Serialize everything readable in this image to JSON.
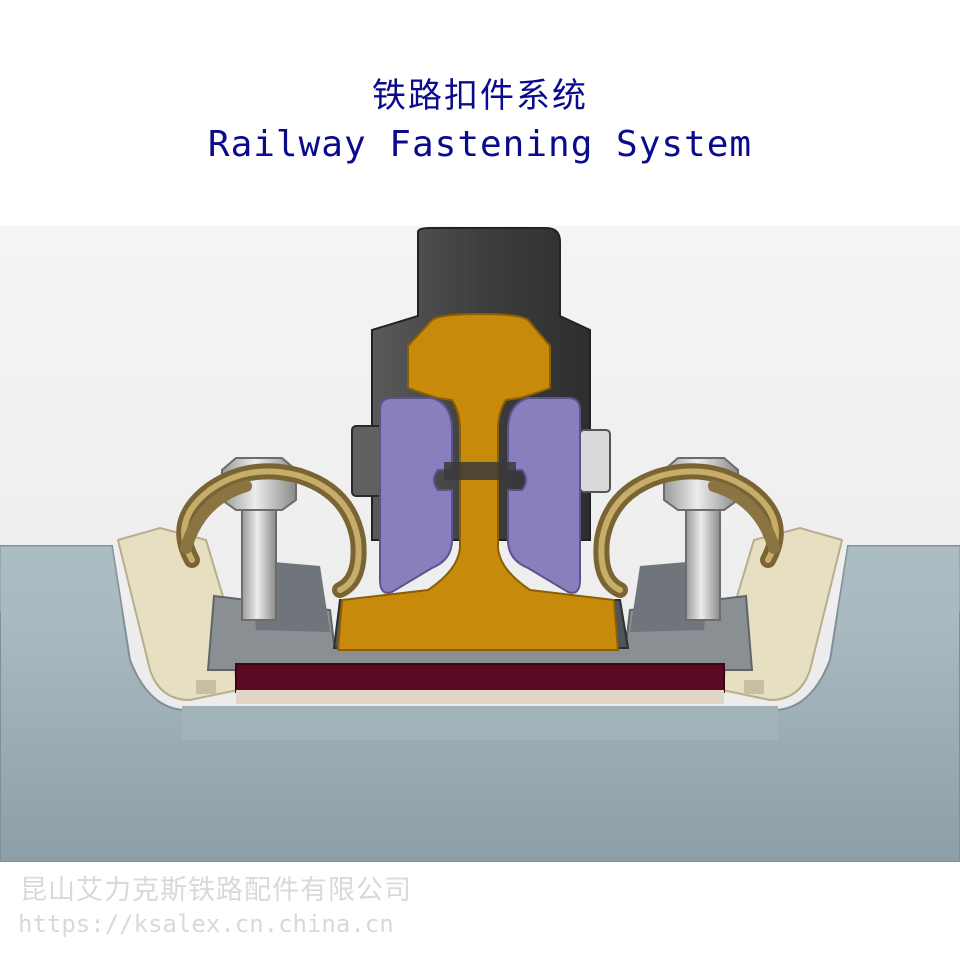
{
  "title": {
    "cn": "铁路扣件系统",
    "en": "Railway Fastening System"
  },
  "watermark": {
    "company": "昆山艾力克斯铁路配件有限公司",
    "url": "https://ksalex.cn.china.cn"
  },
  "components": {
    "rail": {
      "icon": "rail-section-icon",
      "color": "#c88a0a"
    },
    "wheel": {
      "icon": "wheel-flange-icon",
      "color": "#4a4a4a"
    },
    "fishplates": {
      "icon": "joint-bar-icon",
      "color": "#8a7fbd"
    },
    "tension_clips": {
      "icon": "spring-clip-icon",
      "color": "#7a6433"
    },
    "bolts": {
      "icon": "hex-bolt-icon",
      "color": "#c9c9c9"
    },
    "rail_pad": {
      "icon": "rail-pad-icon",
      "color": "#5c0a24"
    },
    "shoulders": {
      "icon": "shoulder-block-icon",
      "color": "#e7dfc2"
    },
    "sleeper": {
      "icon": "concrete-sleeper-icon",
      "color": "#9fb0b8"
    }
  }
}
